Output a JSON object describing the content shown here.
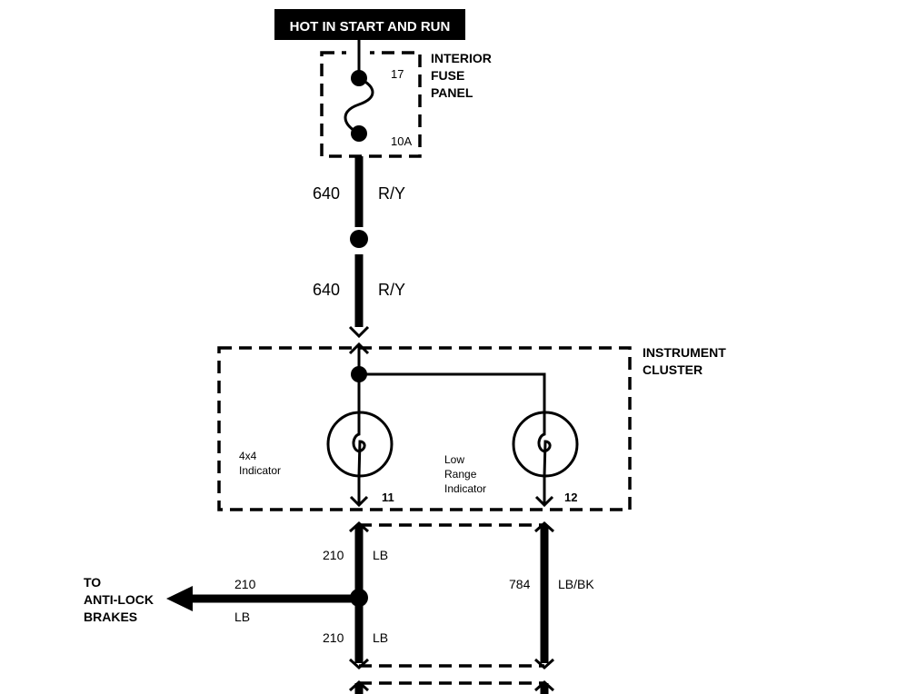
{
  "header": {
    "title": "HOT IN START AND RUN"
  },
  "fuse_panel": {
    "name_line1": "INTERIOR",
    "name_line2": "FUSE",
    "name_line3": "PANEL",
    "fuse_number": "17",
    "fuse_rating": "10A"
  },
  "wire_upper": {
    "circuit": "640",
    "color": "R/Y"
  },
  "wire_lower": {
    "circuit": "640",
    "color": "R/Y"
  },
  "cluster": {
    "name_line1": "INSTRUMENT",
    "name_line2": "CLUSTER",
    "bulb1_line1": "4x4",
    "bulb1_line2": "Indicator",
    "bulb1_pin": "11",
    "bulb2_line1": "Low",
    "bulb2_line2": "Range",
    "bulb2_line3": "Indicator",
    "bulb2_pin": "12"
  },
  "wire_210_top": {
    "circuit": "210",
    "color": "LB"
  },
  "wire_210_bottom": {
    "circuit": "210",
    "color": "LB"
  },
  "wire_784": {
    "circuit": "784",
    "color": "LB/BK"
  },
  "branch": {
    "dest_line1": "TO",
    "dest_line2": "ANTI-LOCK",
    "dest_line3": "BRAKES",
    "circuit": "210",
    "color": "LB"
  }
}
